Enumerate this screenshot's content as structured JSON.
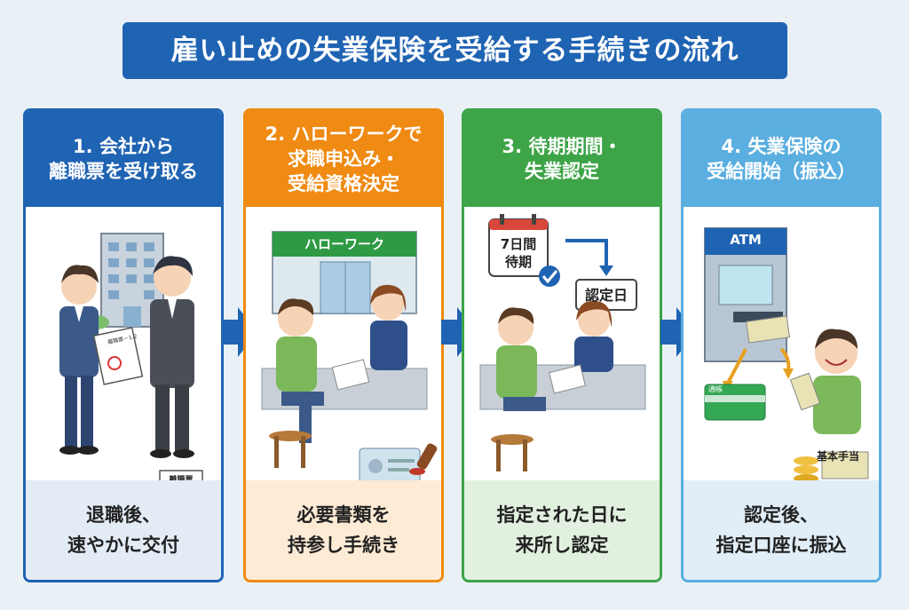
{
  "title": "雇い止めの失業保険を受給する手続きの流れ",
  "colors": {
    "step1": "#1f63b3",
    "step2": "#ef8a12",
    "step3": "#3da447",
    "step4": "#5aaee0",
    "title_bg": "#1f63b3"
  },
  "steps": [
    {
      "head_lines": [
        "1. 会社から",
        "離職票を受け取る"
      ],
      "foot_lines": [
        "退職後、",
        "速やかに交付"
      ],
      "doc_label": "離職票",
      "doc_small": "離職票－1.2"
    },
    {
      "head_lines": [
        "2. ハローワークで",
        "求職申込み・",
        "受給資格決定"
      ],
      "foot_lines": [
        "必要書類を",
        "持参し手続き"
      ],
      "sign": "ハローワーク"
    },
    {
      "head_lines": [
        "3. 待期期間・",
        "失業認定"
      ],
      "foot_lines": [
        "指定された日に",
        "来所し認定"
      ],
      "calendar": "7日間 待期",
      "calendar_lines": [
        "7日間",
        "待期"
      ],
      "sign": "認定日"
    },
    {
      "head_lines": [
        "4. 失業保険の",
        "受給開始（振込）"
      ],
      "foot_lines": [
        "認定後、",
        "指定口座に振込"
      ],
      "atm": "ATM",
      "passbook": "通帳",
      "money_label": "基本手当"
    }
  ]
}
